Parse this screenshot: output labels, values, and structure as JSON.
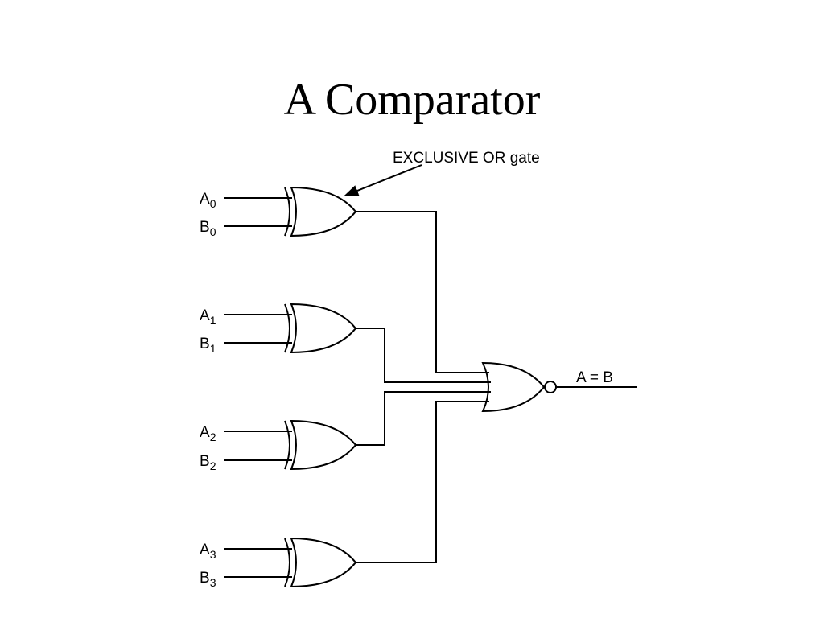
{
  "slide": {
    "title": "A Comparator"
  },
  "diagram": {
    "annotation": "EXCLUSIVE OR gate",
    "inputs": [
      {
        "a_letter": "A",
        "a_sub": "0",
        "b_letter": "B",
        "b_sub": "0"
      },
      {
        "a_letter": "A",
        "a_sub": "1",
        "b_letter": "B",
        "b_sub": "1"
      },
      {
        "a_letter": "A",
        "a_sub": "2",
        "b_letter": "B",
        "b_sub": "2"
      },
      {
        "a_letter": "A",
        "a_sub": "3",
        "b_letter": "B",
        "b_sub": "3"
      }
    ],
    "output_label": "A = B"
  }
}
